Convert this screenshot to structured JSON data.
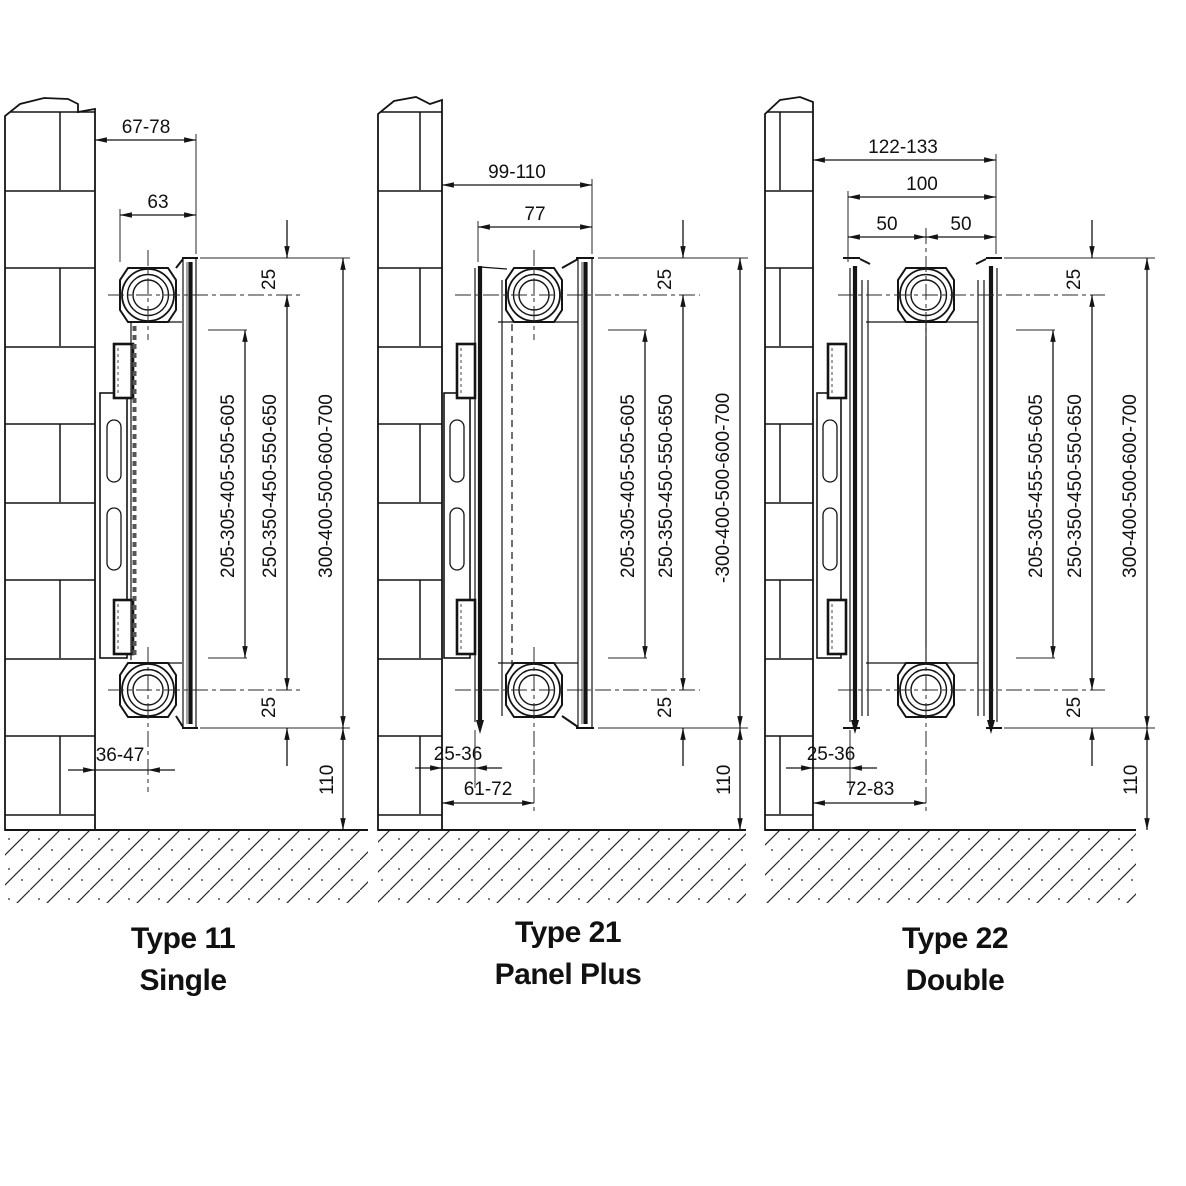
{
  "drawing": {
    "background": "#ffffff",
    "line_color": "#141414",
    "panels": [
      {
        "title": "Type 11",
        "subtitle": "Single",
        "dims": {
          "wall_to_front": "67-78",
          "depth": "63",
          "top_pipe_offset": "25",
          "tapping_centres": "205-305-405-505-605",
          "pipe_centres": "250-350-450-550-650",
          "overall_heights": "300-400-500-600-700",
          "bottom_pipe_offset": "25",
          "wall_to_pipe": "36-47",
          "floor_clearance": "110"
        }
      },
      {
        "title": "Type 21",
        "subtitle": "Panel Plus",
        "dims": {
          "wall_to_front": "99-110",
          "depth": "77",
          "top_pipe_offset": "25",
          "tapping_centres": "205-305-405-505-605",
          "pipe_centres": "250-350-450-550-650",
          "overall_heights": "-300-400-500-600-700",
          "bottom_pipe_offset": "25",
          "wall_to_back": "25-36",
          "wall_to_pipe": "61-72",
          "floor_clearance": "110"
        }
      },
      {
        "title": "Type 22",
        "subtitle": "Double",
        "dims": {
          "wall_to_front": "122-133",
          "depth": "100",
          "depth_left": "50",
          "depth_right": "50",
          "top_pipe_offset": "25",
          "tapping_centres": "205-305-455-505-605",
          "pipe_centres": "250-350-450-550-650",
          "overall_heights": "300-400-500-600-700",
          "bottom_pipe_offset": "25",
          "wall_to_back": "25-36",
          "wall_to_pipe": "72-83",
          "floor_clearance": "110"
        }
      }
    ]
  }
}
